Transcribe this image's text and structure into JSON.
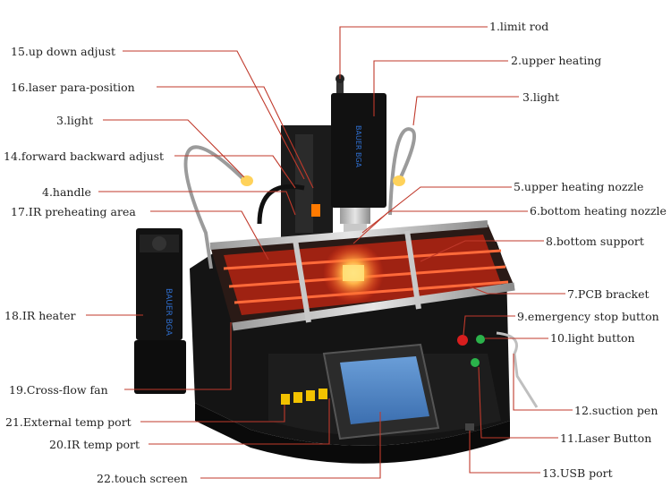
{
  "colors": {
    "leader": "#c0392b",
    "text": "#222222",
    "machine_body": "#1a1a1a",
    "heat_glow": "#ff3b1a"
  },
  "labels": {
    "l1": "1.limit rod",
    "l2": "2.upper heating",
    "l3r": "3.light",
    "l3l": "3.light",
    "l4": "4.handle",
    "l5": "5.upper heating nozzle",
    "l6": "6.bottom heating nozzle",
    "l7": "7.PCB bracket",
    "l8": "8.bottom support",
    "l9": "9.emergency stop button",
    "l10": "10.light button",
    "l11": "11.Laser Button",
    "l12": "12.suction pen",
    "l13": "13.USB port",
    "l14": "14.forward backward adjust",
    "l15": "15.up down adjust",
    "l16": "16.laser para-position",
    "l17": "17.IR preheating area",
    "l18": "18.IR heater",
    "l19": "19.Cross-flow fan",
    "l20": "20.IR temp port",
    "l21": "21.External temp port",
    "l22": "22.touch screen"
  },
  "brand": {
    "logo_text": "BAUER BGA"
  }
}
